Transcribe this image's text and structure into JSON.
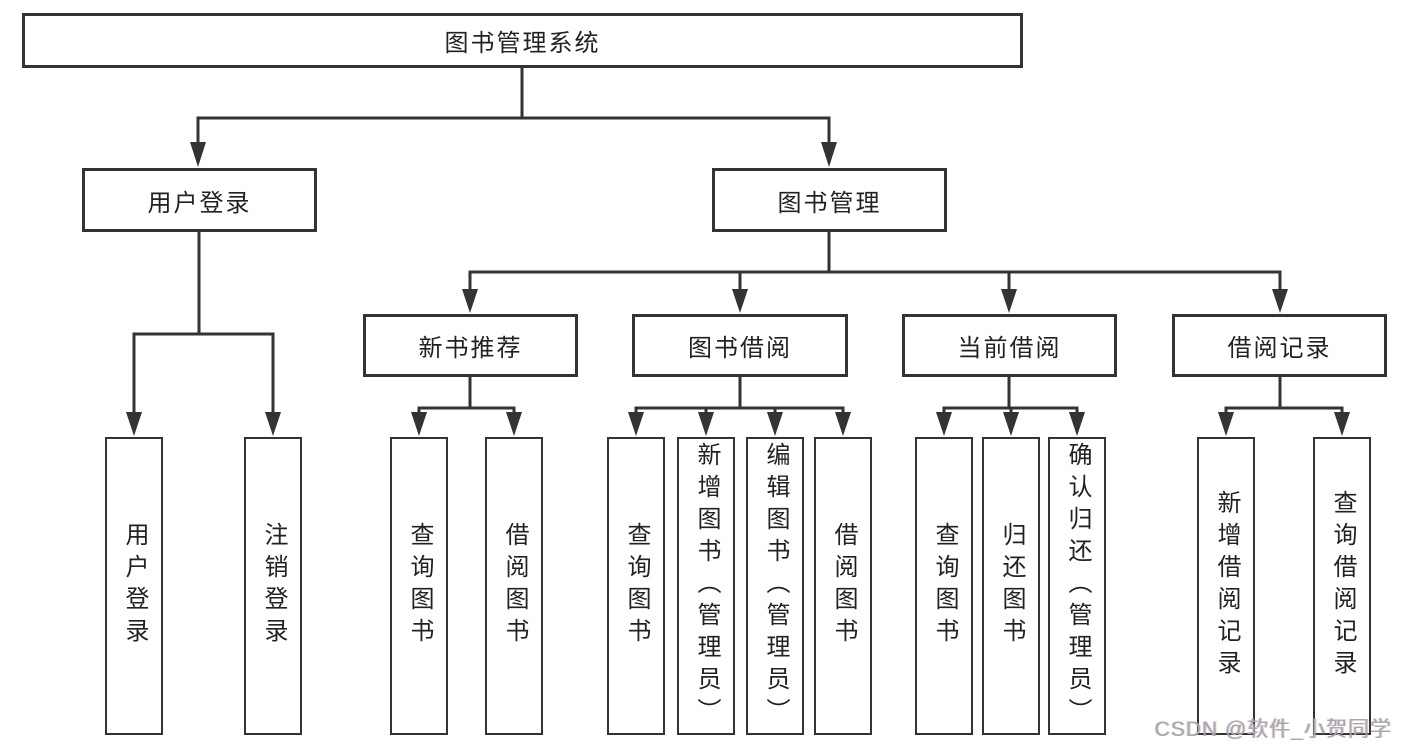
{
  "tree": {
    "root": {
      "label": "图书管理系统",
      "children": [
        {
          "label": "用户登录",
          "children": [
            {
              "label": "用户登录"
            },
            {
              "label": "注销登录"
            }
          ]
        },
        {
          "label": "图书管理",
          "children": [
            {
              "label": "新书推荐",
              "children": [
                {
                  "label": "查询图书"
                },
                {
                  "label": "借阅图书"
                }
              ]
            },
            {
              "label": "图书借阅",
              "children": [
                {
                  "label": "查询图书"
                },
                {
                  "label": "新增图书（管理员）"
                },
                {
                  "label": "编辑图书（管理员）"
                },
                {
                  "label": "借阅图书"
                }
              ]
            },
            {
              "label": "当前借阅",
              "children": [
                {
                  "label": "查询图书"
                },
                {
                  "label": "归还图书"
                },
                {
                  "label": "确认归还（管理员）"
                }
              ]
            },
            {
              "label": "借阅记录",
              "children": [
                {
                  "label": "新增借阅记录"
                },
                {
                  "label": "查询借阅记录"
                }
              ]
            }
          ]
        }
      ]
    }
  },
  "watermark": {
    "text": "CSDN @软件_小贺同学"
  },
  "colors": {
    "line": "#333333",
    "text": "#222222",
    "box_fill": "#ffffff",
    "watermark": "#a8a8a8"
  }
}
